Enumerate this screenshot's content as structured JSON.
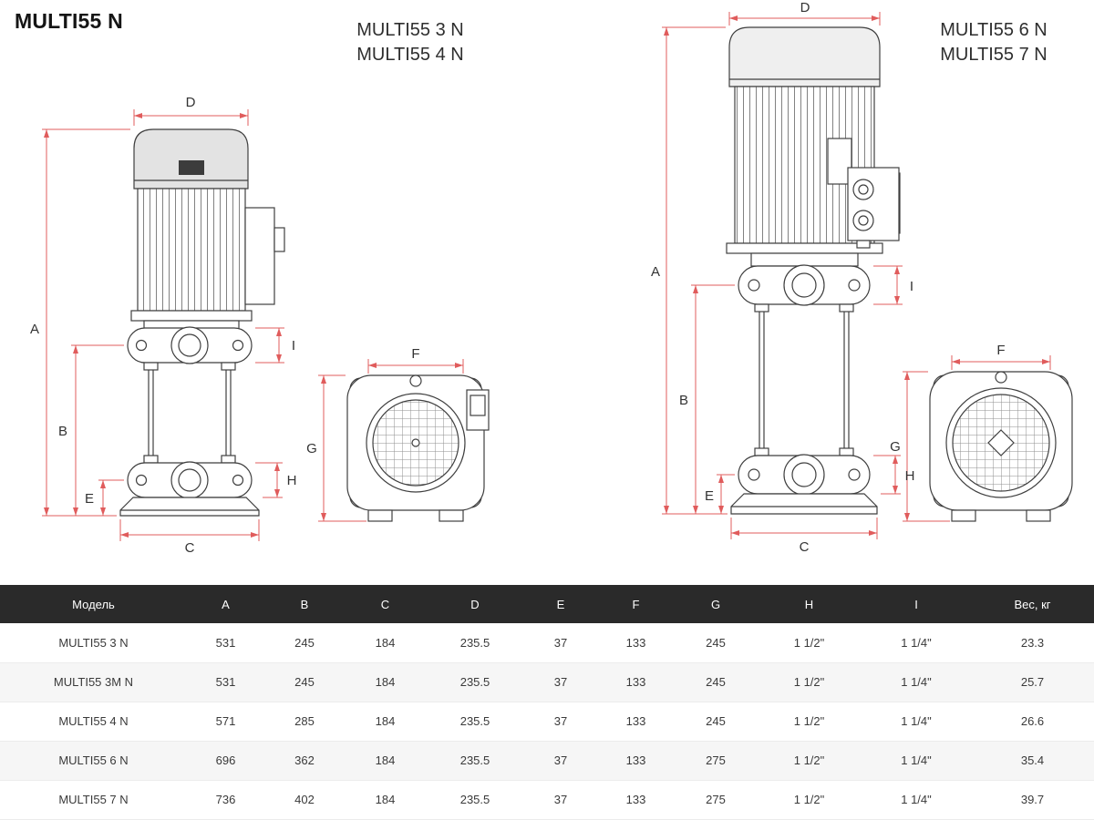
{
  "header": {
    "title": "MULTI55 N"
  },
  "labels": {
    "left": [
      "MULTI55 3 N",
      "MULTI55 4 N"
    ],
    "right": [
      "MULTI55 6 N",
      "MULTI55 7 N"
    ]
  },
  "dims": {
    "A": "A",
    "B": "B",
    "C": "C",
    "D": "D",
    "E": "E",
    "F": "F",
    "G": "G",
    "H": "H",
    "I": "I"
  },
  "colors": {
    "dimension_line": "#e05c5c",
    "drawing_stroke": "#3f3f3f",
    "table_header_bg": "#2a2a2a",
    "table_row_alt_bg": "#f6f6f6"
  },
  "table": {
    "headers": [
      "Модель",
      "A",
      "B",
      "C",
      "D",
      "E",
      "F",
      "G",
      "H",
      "I",
      "Вес, кг"
    ],
    "rows": [
      [
        "MULTI55 3 N",
        "531",
        "245",
        "184",
        "235.5",
        "37",
        "133",
        "245",
        "1 1/2\"",
        "1 1/4\"",
        "23.3"
      ],
      [
        "MULTI55 3M N",
        "531",
        "245",
        "184",
        "235.5",
        "37",
        "133",
        "245",
        "1 1/2\"",
        "1 1/4\"",
        "25.7"
      ],
      [
        "MULTI55 4 N",
        "571",
        "285",
        "184",
        "235.5",
        "37",
        "133",
        "245",
        "1 1/2\"",
        "1 1/4\"",
        "26.6"
      ],
      [
        "MULTI55 6 N",
        "696",
        "362",
        "184",
        "235.5",
        "37",
        "133",
        "275",
        "1 1/2\"",
        "1 1/4\"",
        "35.4"
      ],
      [
        "MULTI55 7 N",
        "736",
        "402",
        "184",
        "235.5",
        "37",
        "133",
        "275",
        "1 1/2\"",
        "1 1/4\"",
        "39.7"
      ]
    ]
  }
}
